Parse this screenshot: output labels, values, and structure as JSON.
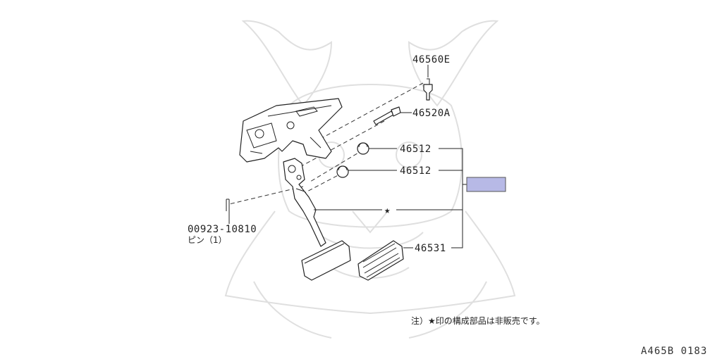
{
  "parts": {
    "p46560E": "46560E",
    "p46520A": "46520A",
    "p46512_a": "46512",
    "p46512_b": "46512",
    "p46531": "46531",
    "pin_number": "00923-10810",
    "pin_label": "ピン（1）"
  },
  "star_symbol": "★",
  "highlight_color": "#b7b9e6",
  "note": "注）★印の構成部品は非販売です。",
  "drawing_ref": "A465B 0183",
  "watermark": "samurai-helmet-logo"
}
